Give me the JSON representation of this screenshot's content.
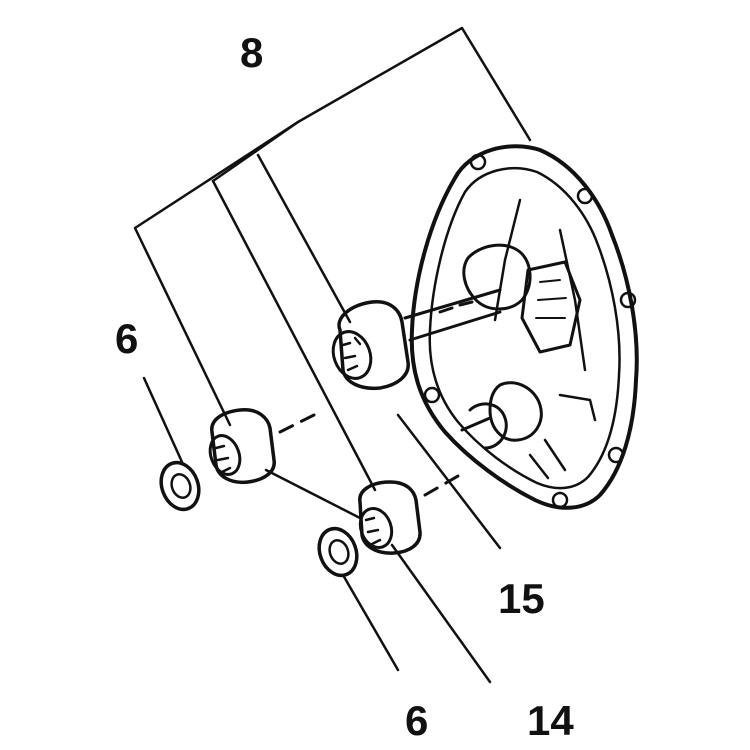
{
  "diagram": {
    "callouts": {
      "assembly": "8",
      "washer_left": "6",
      "shaft_assembly": "15",
      "washer_bottom": "6",
      "bushing": "14"
    },
    "colors": {
      "ink": "#111111",
      "paper": "#ffffff"
    }
  }
}
